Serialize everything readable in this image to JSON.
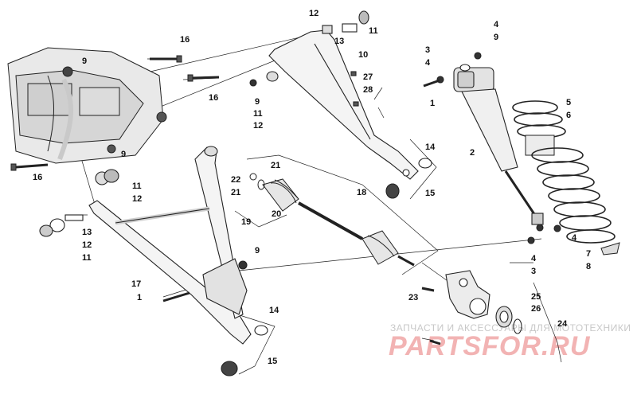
{
  "watermark": {
    "line1": "ЗАПЧАСТИ И АКСЕССУАРЫ ДЛЯ МОТОТЕХНИКИ",
    "line2": "PARTSFOR.RU"
  },
  "callouts": {
    "c1": "12",
    "c2": "11",
    "c3": "13",
    "c4": "4",
    "c5": "9",
    "c6": "3",
    "c7": "4",
    "c8": "16",
    "c9": "9",
    "c10": "10",
    "c11": "27",
    "c12": "28",
    "c13": "9",
    "c14": "11",
    "c15": "12",
    "c16": "16",
    "c17": "1",
    "c18": "5",
    "c19": "6",
    "c20": "9",
    "c21": "2",
    "c22": "14",
    "c23": "15",
    "c24": "16",
    "c25": "11",
    "c26": "12",
    "c27": "21",
    "c28": "22",
    "c29": "21",
    "c30": "18",
    "c31": "19",
    "c32": "20",
    "c33": "13",
    "c34": "12",
    "c35": "11",
    "c36": "9",
    "c37": "4",
    "c38": "4",
    "c39": "7",
    "c40": "8",
    "c41": "3",
    "c42": "17",
    "c43": "1",
    "c44": "23",
    "c45": "25",
    "c46": "26",
    "c47": "24",
    "c48": "14",
    "c49": "15"
  }
}
